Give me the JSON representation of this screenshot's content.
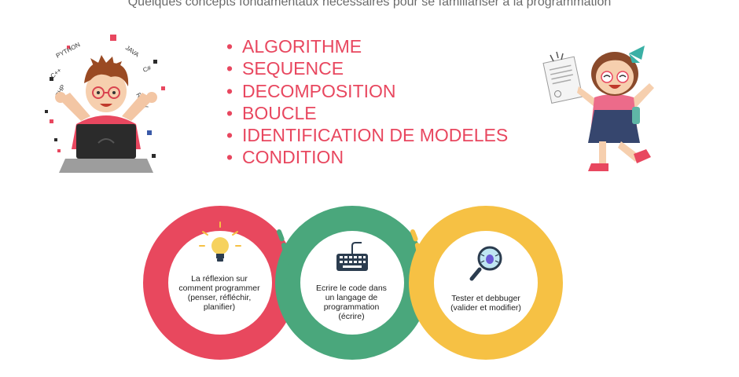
{
  "subtitle": "Quelques concepts fondamentaux nécessaires pour se familiariser à la programmation",
  "concepts": [
    {
      "label": "ALGORITHME"
    },
    {
      "label": "SEQUENCE"
    },
    {
      "label": "DECOMPOSITION"
    },
    {
      "label": "BOUCLE"
    },
    {
      "label": "IDENTIFICATION DE MODELES"
    },
    {
      "label": "CONDITION"
    }
  ],
  "bullet": "•",
  "boy_illustration": {
    "languages": [
      "PYTHON",
      "JAVA",
      "C++",
      "C#",
      "PHP",
      "RUBY"
    ]
  },
  "steps": [
    {
      "color": "#e8485e",
      "icon": "lightbulb-icon",
      "text": "La réflexion sur comment programmer (penser, réfléchir, planifier)"
    },
    {
      "color": "#4aa77c",
      "icon": "keyboard-icon",
      "text": "Ecrire le code dans un langage de programmation (écrire)"
    },
    {
      "color": "#f6c144",
      "icon": "magnifier-bug-icon",
      "text": "Tester et debbuger (valider et modifier)"
    }
  ]
}
